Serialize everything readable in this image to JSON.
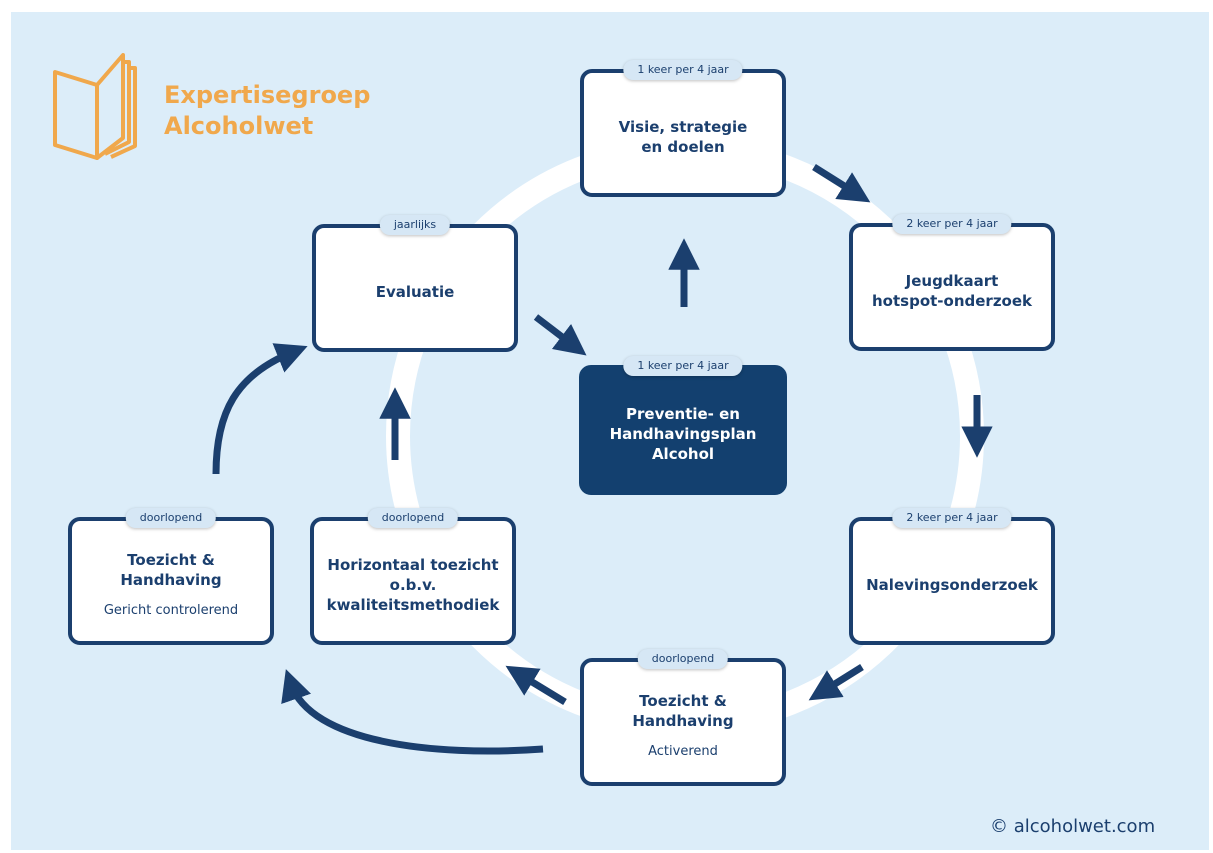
{
  "brand": {
    "line1": "Expertisegroep",
    "line2": "Alcoholwet"
  },
  "colors": {
    "navy": "#1b3f6e",
    "orange": "#f0a84c",
    "background": "#dcedf9",
    "pill": "#d6e7f5"
  },
  "nodes": {
    "visie": {
      "freq": "1 keer per 4 jaar",
      "title": "Visie, strategie\nen doelen"
    },
    "jeugd": {
      "freq": "2 keer per 4 jaar",
      "title": "Jeugdkaart\nhotspot-onderzoek"
    },
    "naleving": {
      "freq": "2 keer per 4 jaar",
      "title": "Nalevingsonderzoek"
    },
    "toezicht_act": {
      "freq": "doorlopend",
      "title": "Toezicht &\nHandhaving",
      "sub": "Activerend"
    },
    "horizontaal": {
      "freq": "doorlopend",
      "title": "Horizontaal toezicht\no.b.v.\nkwaliteitsmethodiek"
    },
    "toezicht_ger": {
      "freq": "doorlopend",
      "title": "Toezicht &\nHandhaving",
      "sub": "Gericht controlerend"
    },
    "evaluatie": {
      "freq": "jaarlijks",
      "title": "Evaluatie"
    },
    "plan": {
      "freq": "1 keer per 4 jaar",
      "title": "Preventie- en\nHandhavingsplan\nAlcohol"
    }
  },
  "footer": {
    "copyright": "© alcoholwet.com"
  }
}
